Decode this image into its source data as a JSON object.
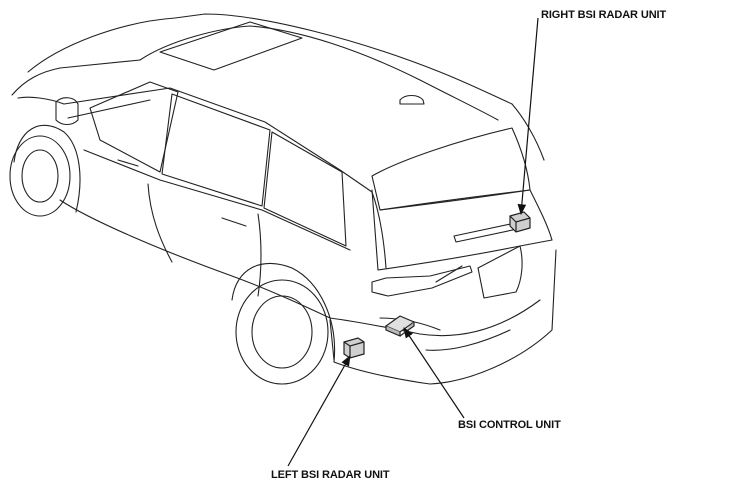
{
  "labels": {
    "right_radar": "RIGHT BSI RADAR UNIT",
    "control_unit": "BSI CONTROL UNIT",
    "left_radar": "LEFT BSI RADAR UNIT"
  }
}
